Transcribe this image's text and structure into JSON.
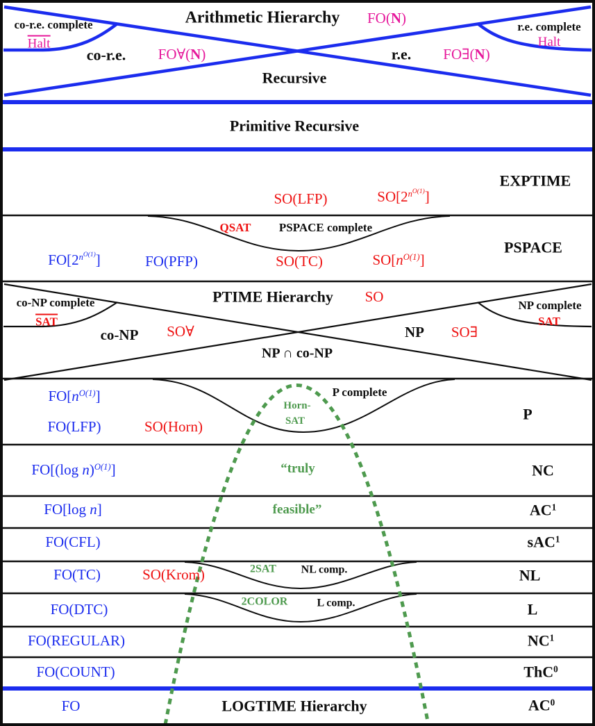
{
  "colors": {
    "line_blue": "#1b2cee",
    "magenta": "#e6189b",
    "red": "#ee1111",
    "green": "#4e9a4e",
    "black": "#0d0d0d"
  },
  "arith": {
    "title": "Arithmetic Hierarchy",
    "fo_N": {
      "pre": "FO(",
      "N": "N",
      "post": ")"
    },
    "co_re_complete": "co-r.e. complete",
    "halt_left": "Halt",
    "co_re": "co-r.e.",
    "fo_forall_N": {
      "pre": "FO∀(",
      "N": "N",
      "post": ")"
    },
    "re": "r.e.",
    "fo_exists_N": {
      "pre": "FO∃(",
      "N": "N",
      "post": ")"
    },
    "re_complete": "r.e. complete",
    "halt_right": "Halt",
    "recursive": "Recursive"
  },
  "prim": {
    "title": "Primitive Recursive"
  },
  "exptime": {
    "name": "EXPTIME",
    "so_lfp": "SO(LFP)",
    "so_exp": {
      "pre": "SO[2",
      "sup_base": "n",
      "sup_sup": "O(1)",
      "post": "]"
    }
  },
  "pspace": {
    "name": "PSPACE",
    "qsat": "QSAT",
    "complete": "PSPACE complete",
    "fo_exp": {
      "pre": "FO[2",
      "sup_base": "n",
      "sup_sup": "O(1)",
      "post": "]"
    },
    "fo_pfp": "FO(PFP)",
    "so_tc": "SO(TC)",
    "so_poly": {
      "pre": "SO[",
      "base": "n",
      "sup": "O(1)",
      "post": "]"
    }
  },
  "ptime": {
    "title": "PTIME Hierarchy",
    "so": "SO",
    "co_np_complete": "co-NP complete",
    "sat_bar": "SAT",
    "co_np": "co-NP",
    "so_forall": "SO∀",
    "np": "NP",
    "so_exists": "SO∃",
    "np_complete": "NP complete",
    "sat": "SAT",
    "np_cap_co_np": "NP ∩ co-NP"
  },
  "p": {
    "name": "P",
    "fo_poly": {
      "pre": "FO[",
      "base": "n",
      "sup": "O(1)",
      "post": "]"
    },
    "fo_lfp": "FO(LFP)",
    "so_horn": "SO(Horn)",
    "p_complete": "P complete",
    "horn_line1": "Horn-",
    "horn_line2": "SAT"
  },
  "nc": {
    "name": "NC",
    "fo_polylog": {
      "pre": "FO[(log ",
      "base": "n",
      "mid": ")",
      "sup": "O(1)",
      "post": "]"
    },
    "truly": "“truly"
  },
  "ac1": {
    "base": "AC",
    "sup": "1",
    "fo_log": {
      "pre": "FO[log ",
      "base": "n",
      "post": "]"
    },
    "feasible": "feasible”"
  },
  "sac1": {
    "base": "sAC",
    "sup": "1",
    "fo_cfl": "FO(CFL)"
  },
  "nl": {
    "name": "NL",
    "fo_tc": "FO(TC)",
    "so_krom": "SO(Krom)",
    "two_sat": "2SAT",
    "complete": "NL comp."
  },
  "l": {
    "name": "L",
    "fo_dtc": "FO(DTC)",
    "two_color": "2COLOR",
    "complete": "L comp."
  },
  "nc1": {
    "base": "NC",
    "sup": "1",
    "fo_regular": "FO(REGULAR)"
  },
  "thc0": {
    "base": "ThC",
    "sup": "0",
    "fo_count": "FO(COUNT)"
  },
  "ac0": {
    "base": "AC",
    "sup": "0",
    "fo": "FO",
    "logtime": "LOGTIME Hierarchy"
  }
}
